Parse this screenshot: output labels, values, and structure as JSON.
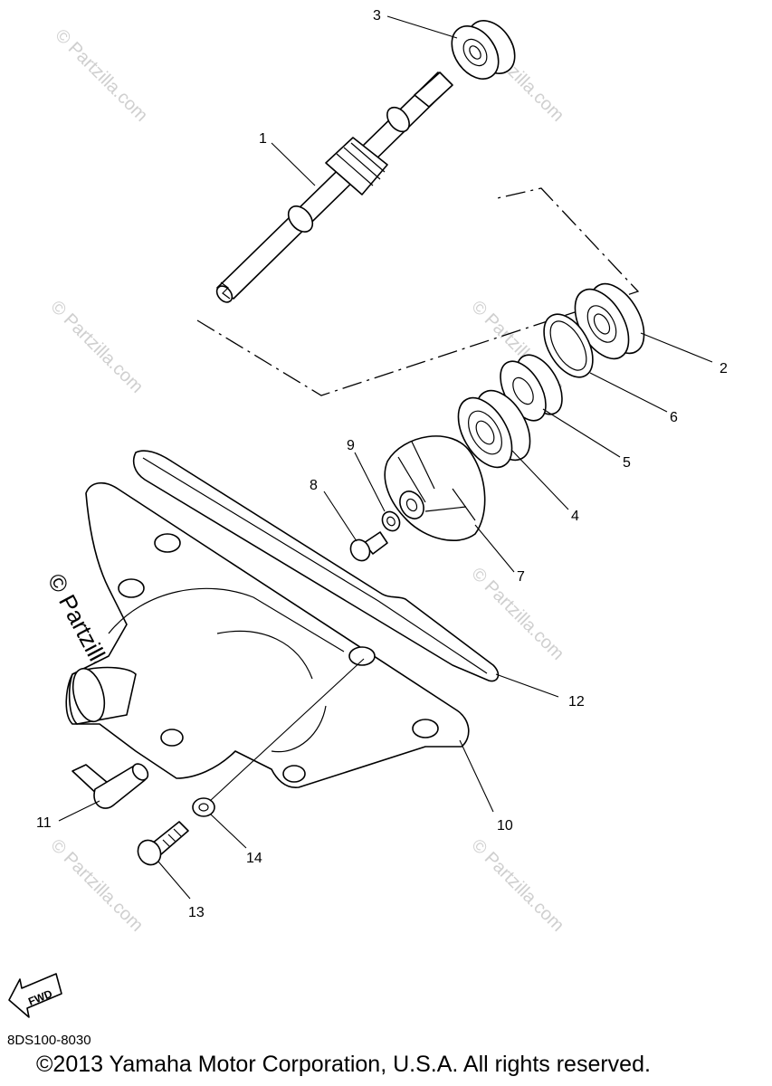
{
  "diagram": {
    "code": "8DS100-8030",
    "copyright": "©2013 Yamaha Motor Corporation, U.S.A. All rights reserved.",
    "fwd_label": "FWD",
    "watermark": "© Partzilla.com",
    "callouts": [
      "1",
      "2",
      "3",
      "4",
      "5",
      "6",
      "7",
      "8",
      "9",
      "10",
      "11",
      "12",
      "13",
      "14"
    ]
  }
}
